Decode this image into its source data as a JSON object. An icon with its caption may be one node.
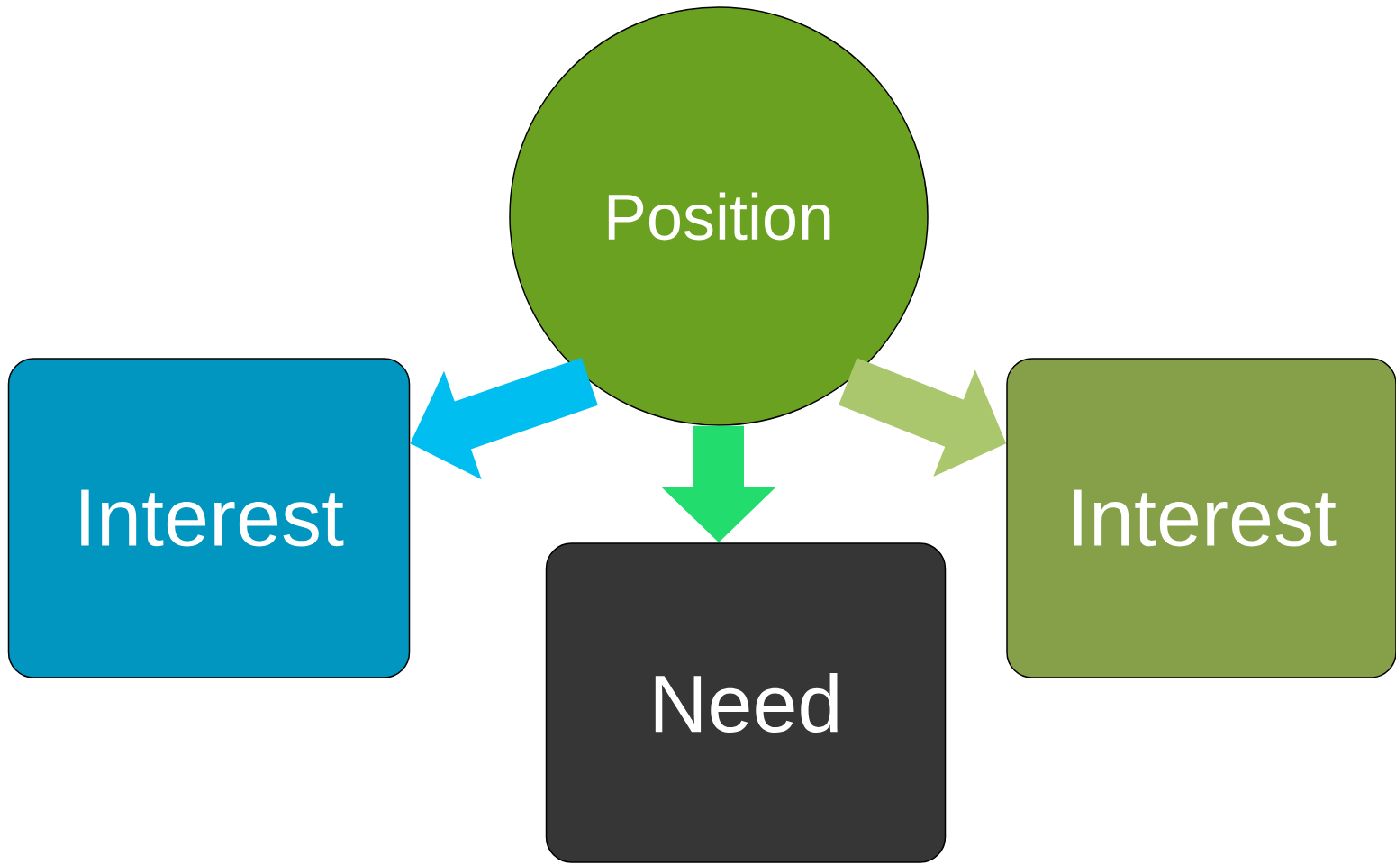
{
  "diagram": {
    "nodes": [
      {
        "text": [
          "Position"
        ]
      },
      {
        "text": [
          "Interest"
        ]
      },
      {
        "text": [
          "Need"
        ]
      },
      {
        "text": [
          "Interest"
        ]
      }
    ],
    "edges": [
      {
        "from": 0,
        "to": 1,
        "arrow": "to",
        "color": "#00bef0"
      },
      {
        "from": 0,
        "to": 2,
        "arrow": "to",
        "color": "#22dd6e"
      },
      {
        "from": 0,
        "to": 3,
        "arrow": "to",
        "color": "#aac76e"
      }
    ]
  }
}
